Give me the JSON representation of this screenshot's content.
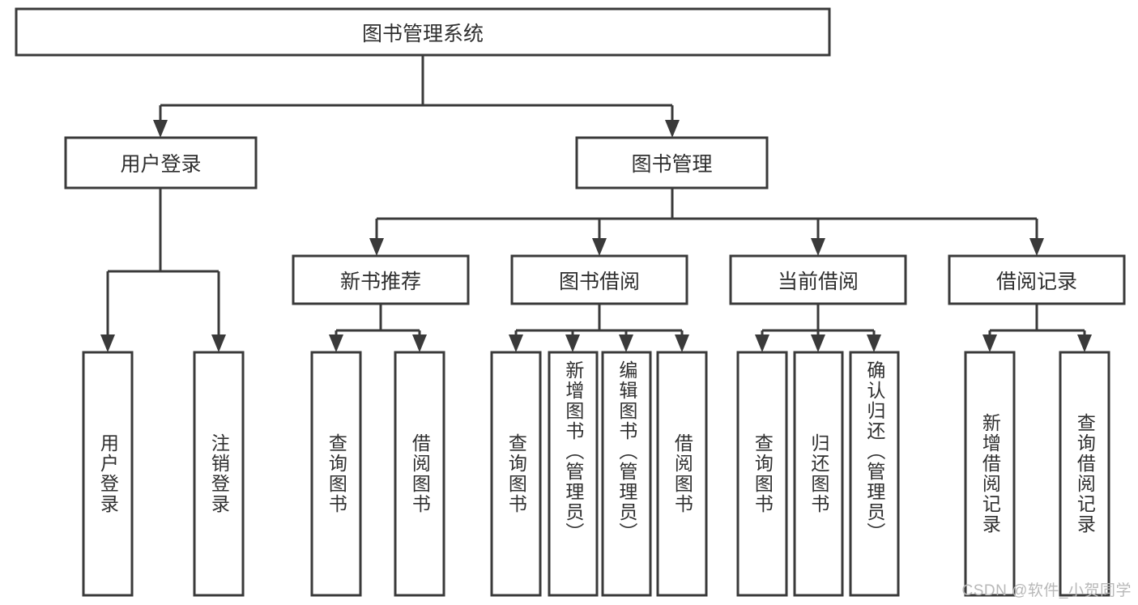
{
  "diagram": {
    "title": "图书管理系统",
    "type": "tree-hierarchy",
    "orientation": "top-down",
    "colors": {
      "box_stroke": "#3a3a3a",
      "box_fill": "#ffffff",
      "connector": "#3a3a3a",
      "text": "#2f2f2f",
      "background": "#ffffff",
      "watermark": "#b8b8b8"
    },
    "root": {
      "label": "图书管理系统"
    },
    "level2": [
      {
        "label": "用户登录"
      },
      {
        "label": "图书管理"
      }
    ],
    "level3": [
      {
        "label": "新书推荐"
      },
      {
        "label": "图书借阅"
      },
      {
        "label": "当前借阅"
      },
      {
        "label": "借阅记录"
      }
    ],
    "leaves": {
      "user_login": [
        {
          "label": "用户登录"
        },
        {
          "label": "注销登录"
        }
      ],
      "new_book_recommend": [
        {
          "label": "查询图书"
        },
        {
          "label": "借阅图书"
        }
      ],
      "book_borrow": [
        {
          "label": "查询图书"
        },
        {
          "label": "新增图书（管理员）"
        },
        {
          "label": "编辑图书（管理员）"
        },
        {
          "label": "借阅图书"
        }
      ],
      "current_borrow": [
        {
          "label": "查询图书"
        },
        {
          "label": "归还图书"
        },
        {
          "label": "确认归还（管理员）"
        }
      ],
      "borrow_record": [
        {
          "label": "新增借阅记录"
        },
        {
          "label": "查询借阅记录"
        }
      ]
    }
  },
  "watermark": {
    "text": "CSDN @软件_小贺同学"
  }
}
